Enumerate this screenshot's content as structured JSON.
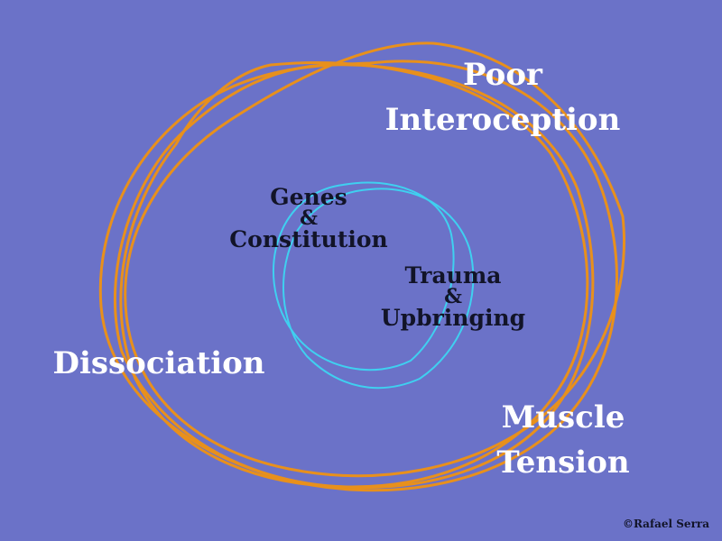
{
  "colors": {
    "background": "#6b72c8",
    "outer_loop": "#e8901c",
    "inner_loop": "#3fd0f0",
    "outer_text": "#ffffff",
    "inner_text": "#121428"
  },
  "outer_labels": {
    "poor_interoception": [
      "Poor",
      "Interoception"
    ],
    "dissociation": "Dissociation",
    "muscle_tension": [
      "Muscle",
      "Tension"
    ]
  },
  "inner_labels": {
    "genes": [
      "Genes",
      "&",
      "Constitution"
    ],
    "trauma": [
      "Trauma",
      "&",
      "Upbringing"
    ]
  },
  "credit": "©Rafael Serra"
}
